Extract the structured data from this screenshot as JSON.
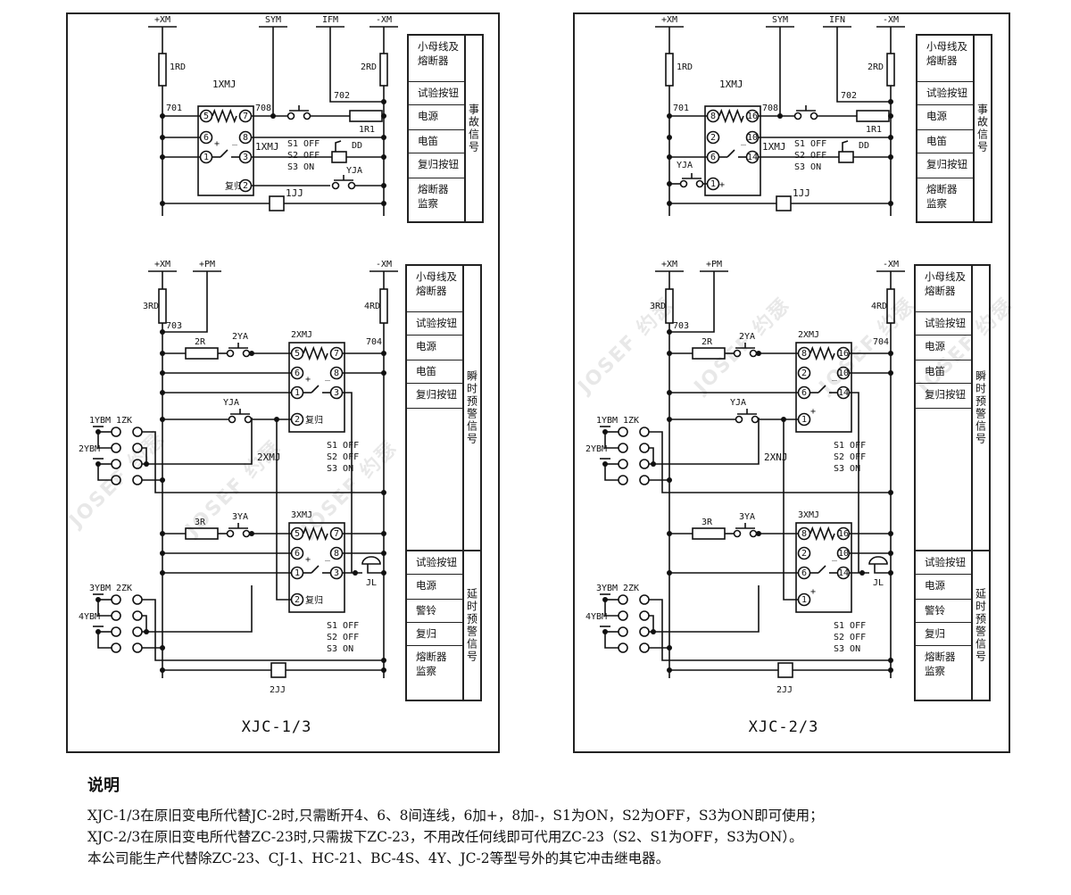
{
  "diagrams": [
    {
      "title": "XJC-1/3",
      "accident": {
        "bus_labels": [
          "+XM",
          "SYM",
          "IFM",
          "-XM"
        ],
        "fuse_labels": [
          "1RD",
          "2RD"
        ],
        "relay": "1XMJ",
        "relay_side_label": "1XMJ",
        "wire_numbers": [
          "701",
          "708",
          "702"
        ],
        "resistor": "1R1",
        "pins": [
          "5",
          "7",
          "6",
          "8",
          "1",
          "3",
          "2"
        ],
        "reset_label": "复归",
        "buzzer": "DD",
        "reset_button": "YJA",
        "relay_jj": "1JJ",
        "switches": [
          "S1 OFF",
          "S2 OFF",
          "S3 ON"
        ]
      },
      "warning": {
        "bus_labels": [
          "+XM",
          "+PM",
          "-XM"
        ],
        "fuse_labels": [
          "3RD",
          "4RD"
        ],
        "wire_numbers": [
          "703",
          "704"
        ],
        "resistors": [
          "2R",
          "3R"
        ],
        "test_buttons": [
          "2YA",
          "3YA"
        ],
        "reset_button": "YJA",
        "relays": [
          "2XMJ",
          "3XMJ"
        ],
        "relay_side_label": "2XMJ",
        "pins": [
          "5",
          "7",
          "6",
          "8",
          "1",
          "3",
          "2"
        ],
        "reset_label": "复归",
        "group1": {
          "ybm": [
            "1YBM",
            "2YBM"
          ],
          "zk": "1ZK"
        },
        "group2": {
          "ybm": [
            "3YBM",
            "4YBM"
          ],
          "zk": "2ZK"
        },
        "bell": "JL",
        "relay_jj": "2JJ",
        "switches": [
          "S1 OFF",
          "S2 OFF",
          "S3 ON"
        ]
      }
    },
    {
      "title": "XJC-2/3",
      "accident": {
        "bus_labels": [
          "+XM",
          "SYM",
          "IFN",
          "-XM"
        ],
        "fuse_labels": [
          "1RD",
          "2RD"
        ],
        "relay": "1XMJ",
        "relay_side_label": "1XMJ",
        "wire_numbers": [
          "701",
          "708",
          "702"
        ],
        "resistor": "1R1",
        "pins": [
          "8",
          "16",
          "2",
          "10",
          "6",
          "14",
          "1"
        ],
        "reset_label": "",
        "buzzer": "DD",
        "reset_button": "YJA",
        "relay_jj": "1JJ",
        "switches": [
          "S1 OFF",
          "S2 OFF",
          "S3 ON"
        ]
      },
      "warning": {
        "bus_labels": [
          "+XM",
          "+PM",
          "-XM"
        ],
        "fuse_labels": [
          "3RD",
          "4RD"
        ],
        "wire_numbers": [
          "703",
          "704"
        ],
        "resistors": [
          "2R",
          "3R"
        ],
        "test_buttons": [
          "2YA",
          "3YA"
        ],
        "reset_button": "YJA",
        "relays": [
          "2XMJ",
          "3XMJ"
        ],
        "relay_side_label": "2XNJ",
        "pins": [
          "8",
          "16",
          "2",
          "10",
          "6",
          "14",
          "1"
        ],
        "reset_label": "",
        "group1": {
          "ybm": [
            "1YBM",
            "2YBM"
          ],
          "zk": "1ZK"
        },
        "group2": {
          "ybm": [
            "3YBM",
            "4YBM"
          ],
          "zk": "2ZK"
        },
        "bell": "JL",
        "relay_jj": "2JJ",
        "switches": [
          "S1 OFF",
          "S2 OFF",
          "S3 ON"
        ]
      }
    }
  ],
  "legends": {
    "accident": {
      "cells": [
        "小母线及\n熔断器",
        "试验按钮",
        "电源",
        "电笛",
        "复归按钮",
        "熔断器\n监察"
      ],
      "side": "事故信号"
    },
    "instant": {
      "cells": [
        "小母线及\n熔断器",
        "试验按钮",
        "电源",
        "电笛",
        "复归按钮",
        ""
      ],
      "side": "瞬时预警信号"
    },
    "delayed": {
      "cells": [
        "试验按钮",
        "电源",
        "警铃",
        "复归",
        "熔断器\n监察"
      ],
      "side": "延时预警信号"
    }
  },
  "watermark": "JOSEF 约瑟",
  "notes": {
    "heading": "说明",
    "lines": [
      "XJC-1/3在原旧变电所代替JC-2时,只需断开4、6、8间连线，6加+，8加-，S1为ON，S2为OFF，S3为ON即可使用；",
      "XJC-2/3在原旧变电所代替ZC-23时,只需拔下ZC-23，不用改任何线即可代用ZC-23（S2、S1为OFF，S3为ON）。",
      "本公司能生产代替除ZC-23、CJ-1、HC-21、BC-4S、4Y、JC-2等型号外的其它冲击继电器。"
    ]
  }
}
